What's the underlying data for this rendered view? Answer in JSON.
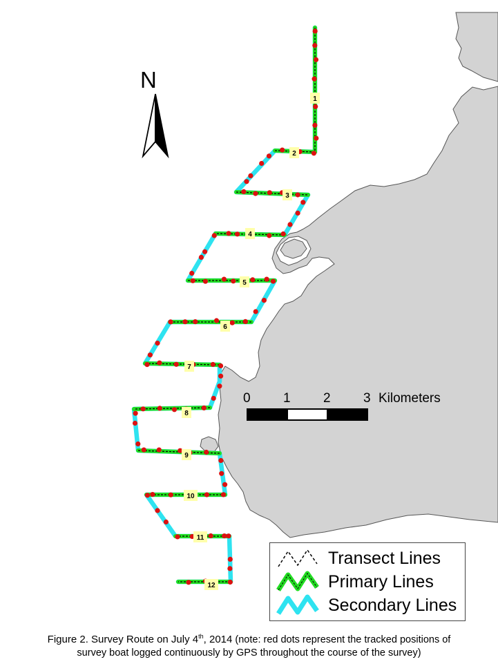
{
  "map": {
    "north_label": "N",
    "scale": {
      "ticks": [
        "0",
        "1",
        "2",
        "3"
      ],
      "unit": "Kilometers"
    },
    "line_labels": [
      "1",
      "2",
      "3",
      "4",
      "5",
      "6",
      "7",
      "8",
      "9",
      "10",
      "11",
      "12"
    ],
    "colors": {
      "land": "#d3d3d3",
      "land_outline": "#555555",
      "water": "#ffffff",
      "primary": "#22dd22",
      "secondary": "#2ee3f0",
      "transect": "#000000",
      "gps_dot": "#dd1111",
      "label_bg": "#ffffaa"
    }
  },
  "legend": {
    "transect": "Transect Lines",
    "primary": "Primary Lines",
    "secondary": "Secondary Lines"
  },
  "caption": {
    "title": "Figure 2.  Survey Route on July 4",
    "title_sup": "th",
    "title_year": ", 2014",
    "note_line1": " (note: red dots represent the tracked positions of",
    "note_line2": "survey boat logged continuously by GPS throughout the course of the survey)"
  }
}
